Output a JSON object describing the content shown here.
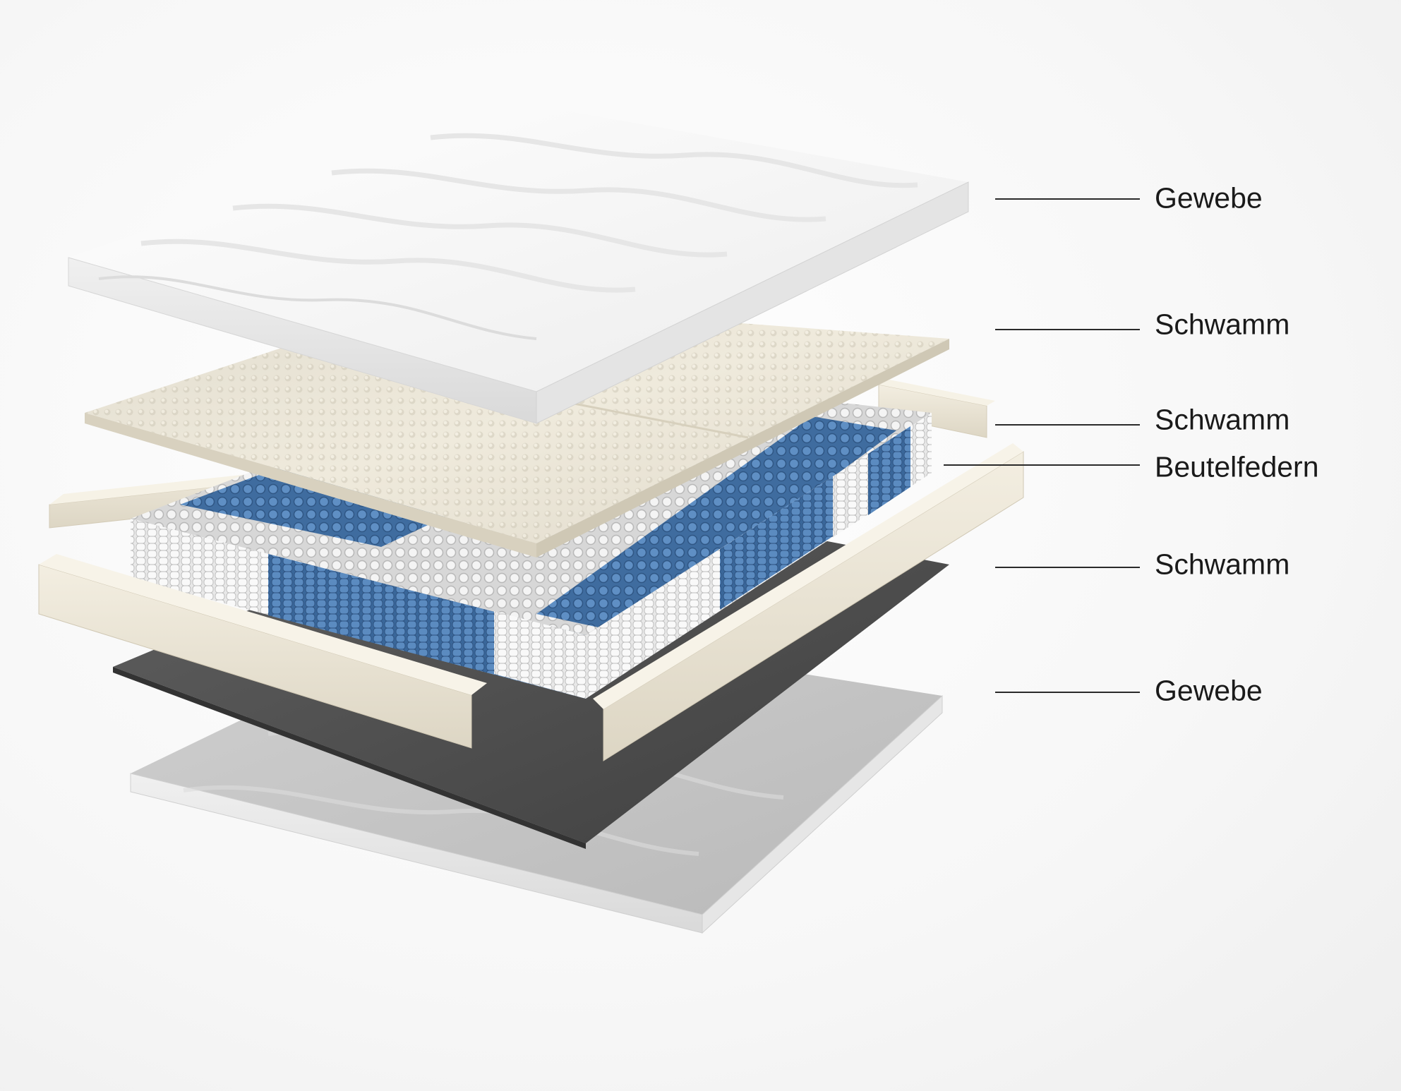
{
  "layers": [
    {
      "id": "top-fabric",
      "label": "Gewebe",
      "color": "#f6f6f6"
    },
    {
      "id": "top-foam",
      "label": "Schwamm",
      "color": "#e9e4d6"
    },
    {
      "id": "side-foam",
      "label": "Schwamm",
      "color": "#ece6d6"
    },
    {
      "id": "pocket-springs",
      "label": "Beutelfedern",
      "color": "#4f7fb4"
    },
    {
      "id": "bottom-felt",
      "label": "Schwamm",
      "color": "#5a5a5a"
    },
    {
      "id": "bottom-fabric",
      "label": "Gewebe",
      "color": "#e3e3e3"
    }
  ],
  "colors": {
    "spring_blue": "#4a7cb3",
    "spring_white": "#dedede",
    "foam": "#ebe5d5",
    "felt": "#555555",
    "fabric": "#f4f4f4",
    "leader_line": "#2a2a2a",
    "label_text": "#1a1a1a"
  }
}
